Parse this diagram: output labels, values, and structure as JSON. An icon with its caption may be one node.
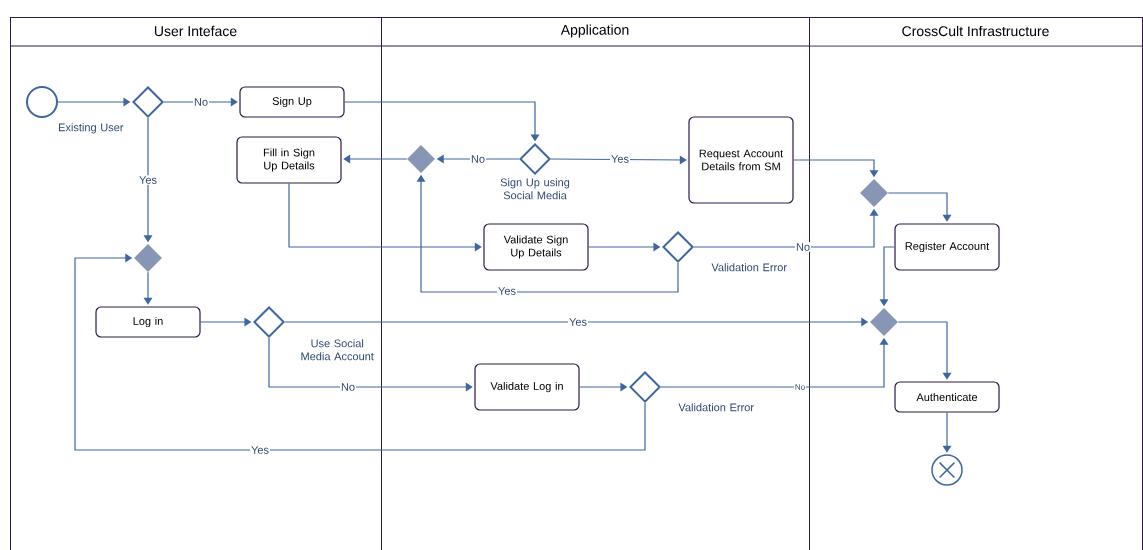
{
  "diagram": {
    "nodes": [
      {
        "text": [
          "User Inteface"
        ]
      },
      {
        "text": [
          "Application"
        ]
      },
      {
        "text": [
          "CrossCult Infrastructure"
        ]
      },
      {
        "text": [],
        "shape": "circle",
        "in": 0
      },
      {
        "text": [],
        "shape": "diamond",
        "beside": [
          "Existing User"
        ],
        "in": 0
      },
      {
        "text": [
          "Sign Up"
        ],
        "in": 0
      },
      {
        "text": [
          "Fill in Sign Up Details"
        ],
        "in": 0
      },
      {
        "text": [],
        "shape": "diamond",
        "in": 0
      },
      {
        "text": [
          "Log in"
        ],
        "in": 0
      },
      {
        "text": [],
        "shape": "diamond",
        "beside": [
          "Use Social Media Account"
        ],
        "in": 0
      },
      {
        "text": [],
        "shape": "diamond",
        "beside": [
          "Sign Up using Social Media"
        ],
        "in": 1
      },
      {
        "text": [],
        "shape": "diamond",
        "in": 1
      },
      {
        "text": [
          "Request Account Details from SM"
        ],
        "in": 1
      },
      {
        "text": [
          "Validate Sign Up Details"
        ],
        "in": 1
      },
      {
        "text": [],
        "shape": "diamond",
        "beside": [
          "Validation Error"
        ],
        "in": 1
      },
      {
        "text": [
          "Validate Log in"
        ],
        "in": 1
      },
      {
        "text": [],
        "shape": "diamond",
        "beside": [
          "Validation Error"
        ],
        "in": 1
      },
      {
        "text": [],
        "shape": "diamond",
        "in": 2
      },
      {
        "text": [
          "Register Account"
        ],
        "in": 2
      },
      {
        "text": [],
        "shape": "diamond",
        "in": 2
      },
      {
        "text": [
          "Authenticate"
        ],
        "in": 2
      },
      {
        "text": [],
        "shape": "circle",
        "in": 2
      }
    ],
    "edges": [
      {
        "from": 3,
        "to": 4,
        "arrow": "to"
      },
      {
        "from": 4,
        "to": 5,
        "arrow": "to",
        "label": "No"
      },
      {
        "from": 4,
        "to": 7,
        "arrow": "to",
        "label": "Yes"
      },
      {
        "from": 5,
        "to": 10,
        "arrow": "to"
      },
      {
        "from": 10,
        "to": 11,
        "arrow": "to",
        "label": "No"
      },
      {
        "from": 10,
        "to": 12,
        "arrow": "to",
        "label": "Yes"
      },
      {
        "from": 11,
        "to": 6,
        "arrow": "to"
      },
      {
        "from": 6,
        "to": 13,
        "arrow": "to"
      },
      {
        "from": 13,
        "to": 14,
        "arrow": "to"
      },
      {
        "from": 14,
        "to": 11,
        "arrow": "to",
        "label": "Yes"
      },
      {
        "from": 14,
        "to": 17,
        "arrow": "to",
        "label": "No"
      },
      {
        "from": 12,
        "to": 17,
        "arrow": "to"
      },
      {
        "from": 17,
        "to": 18,
        "arrow": "to"
      },
      {
        "from": 18,
        "to": 19,
        "arrow": "to"
      },
      {
        "from": 7,
        "to": 8,
        "arrow": "to"
      },
      {
        "from": 8,
        "to": 9,
        "arrow": "to"
      },
      {
        "from": 9,
        "to": 19,
        "arrow": "to",
        "label": "Yes"
      },
      {
        "from": 9,
        "to": 15,
        "arrow": "to",
        "label": "No"
      },
      {
        "from": 15,
        "to": 16,
        "arrow": "to"
      },
      {
        "from": 16,
        "to": 19,
        "arrow": "to",
        "label": "No"
      },
      {
        "from": 16,
        "to": 7,
        "arrow": "to",
        "label": "Yes"
      },
      {
        "from": 19,
        "to": 20,
        "arrow": "to"
      },
      {
        "from": 20,
        "to": 21,
        "arrow": "to"
      }
    ]
  }
}
